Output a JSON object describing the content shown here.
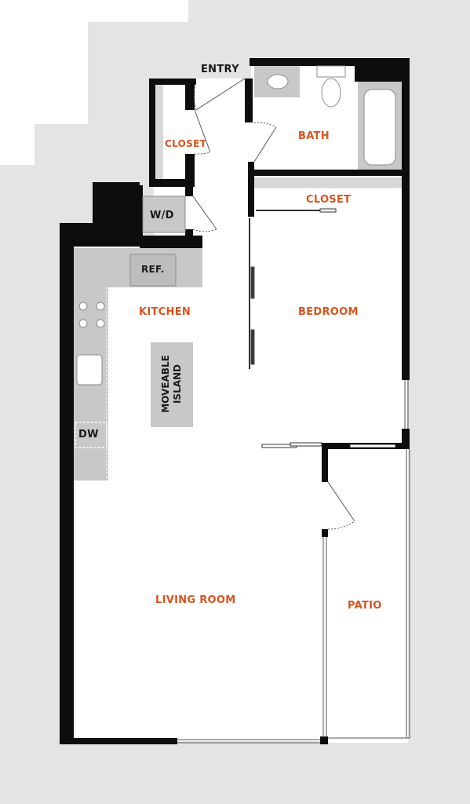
{
  "floor_plan": {
    "entry_label": "ENTRY",
    "rooms": {
      "bath": "BATH",
      "closet_entry": "CLOSET",
      "closet_bedroom": "CLOSET",
      "washer_dryer": "W/D",
      "refrigerator": "REF.",
      "kitchen": "KITCHEN",
      "bedroom": "BEDROOM",
      "dishwasher": "DW",
      "island_line1": "MOVEABLE",
      "island_line2": "ISLAND",
      "living_room": "LIVING ROOM",
      "patio": "PATIO"
    },
    "colors": {
      "label_orange": "#d9531e",
      "wall": "#0d0d0d",
      "fixture_gray": "#c8c8c8",
      "background_gray": "#e4e4e4",
      "floor_white": "#ffffff"
    }
  }
}
